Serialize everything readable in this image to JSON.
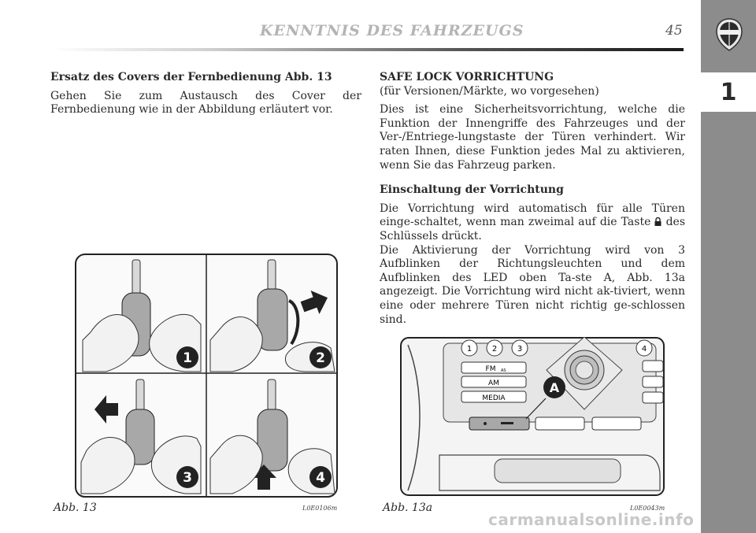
{
  "header": {
    "title": "KENNTNIS DES FAHRZEUGS",
    "page_number": "45",
    "chapter": "1",
    "logo_text": "LANCIA"
  },
  "left": {
    "heading": "Ersatz des Covers der Fernbedienung Abb. 13",
    "paragraph": "Gehen Sie zum Austausch des Cover der Fernbedienung wie in der Abbildung erläutert vor."
  },
  "right": {
    "heading": "SAFE LOCK VORRICHTUNG",
    "subheading": "(für Versionen/Märkte, wo vorgesehen)",
    "paragraph1": "Dies ist eine Sicherheitsvorrichtung, welche die Funktion der Innengriffe des Fahrzeuges und der Ver-/Entriege-lungstaste der Türen verhindert. Wir raten Ihnen, diese Funktion jedes Mal zu aktivieren, wenn Sie das Fahrzeug parken.",
    "heading2": "Einschaltung der Vorrichtung",
    "paragraph2_a": "Die Vorrichtung wird automatisch für alle Türen einge-schaltet, wenn man zweimal auf die Taste",
    "paragraph2_b": "des Schlüssels drückt.",
    "paragraph3": "Die Aktivierung der Vorrichtung wird von 3 Aufblinken der Richtungsleuchten und dem Aufblinken des LED oben Ta-ste A, Abb. 13a angezeigt. Die Vorrichtung wird nicht ak-tiviert, wenn eine oder mehrere Türen nicht richtig ge-schlossen sind."
  },
  "figure13": {
    "caption": "Abb. 13",
    "code": "L0E0106m",
    "steps": [
      "1",
      "2",
      "3",
      "4"
    ]
  },
  "figure13a": {
    "caption": "Abb. 13a",
    "code": "L0E0043m",
    "label_a": "A",
    "preset_buttons": [
      "1",
      "2",
      "3",
      "4"
    ],
    "fm_label": "FM",
    "fm_suffix": "AS",
    "am_label": "AM",
    "media_label": "MEDIA"
  },
  "watermark": "carmanualsonline.info"
}
